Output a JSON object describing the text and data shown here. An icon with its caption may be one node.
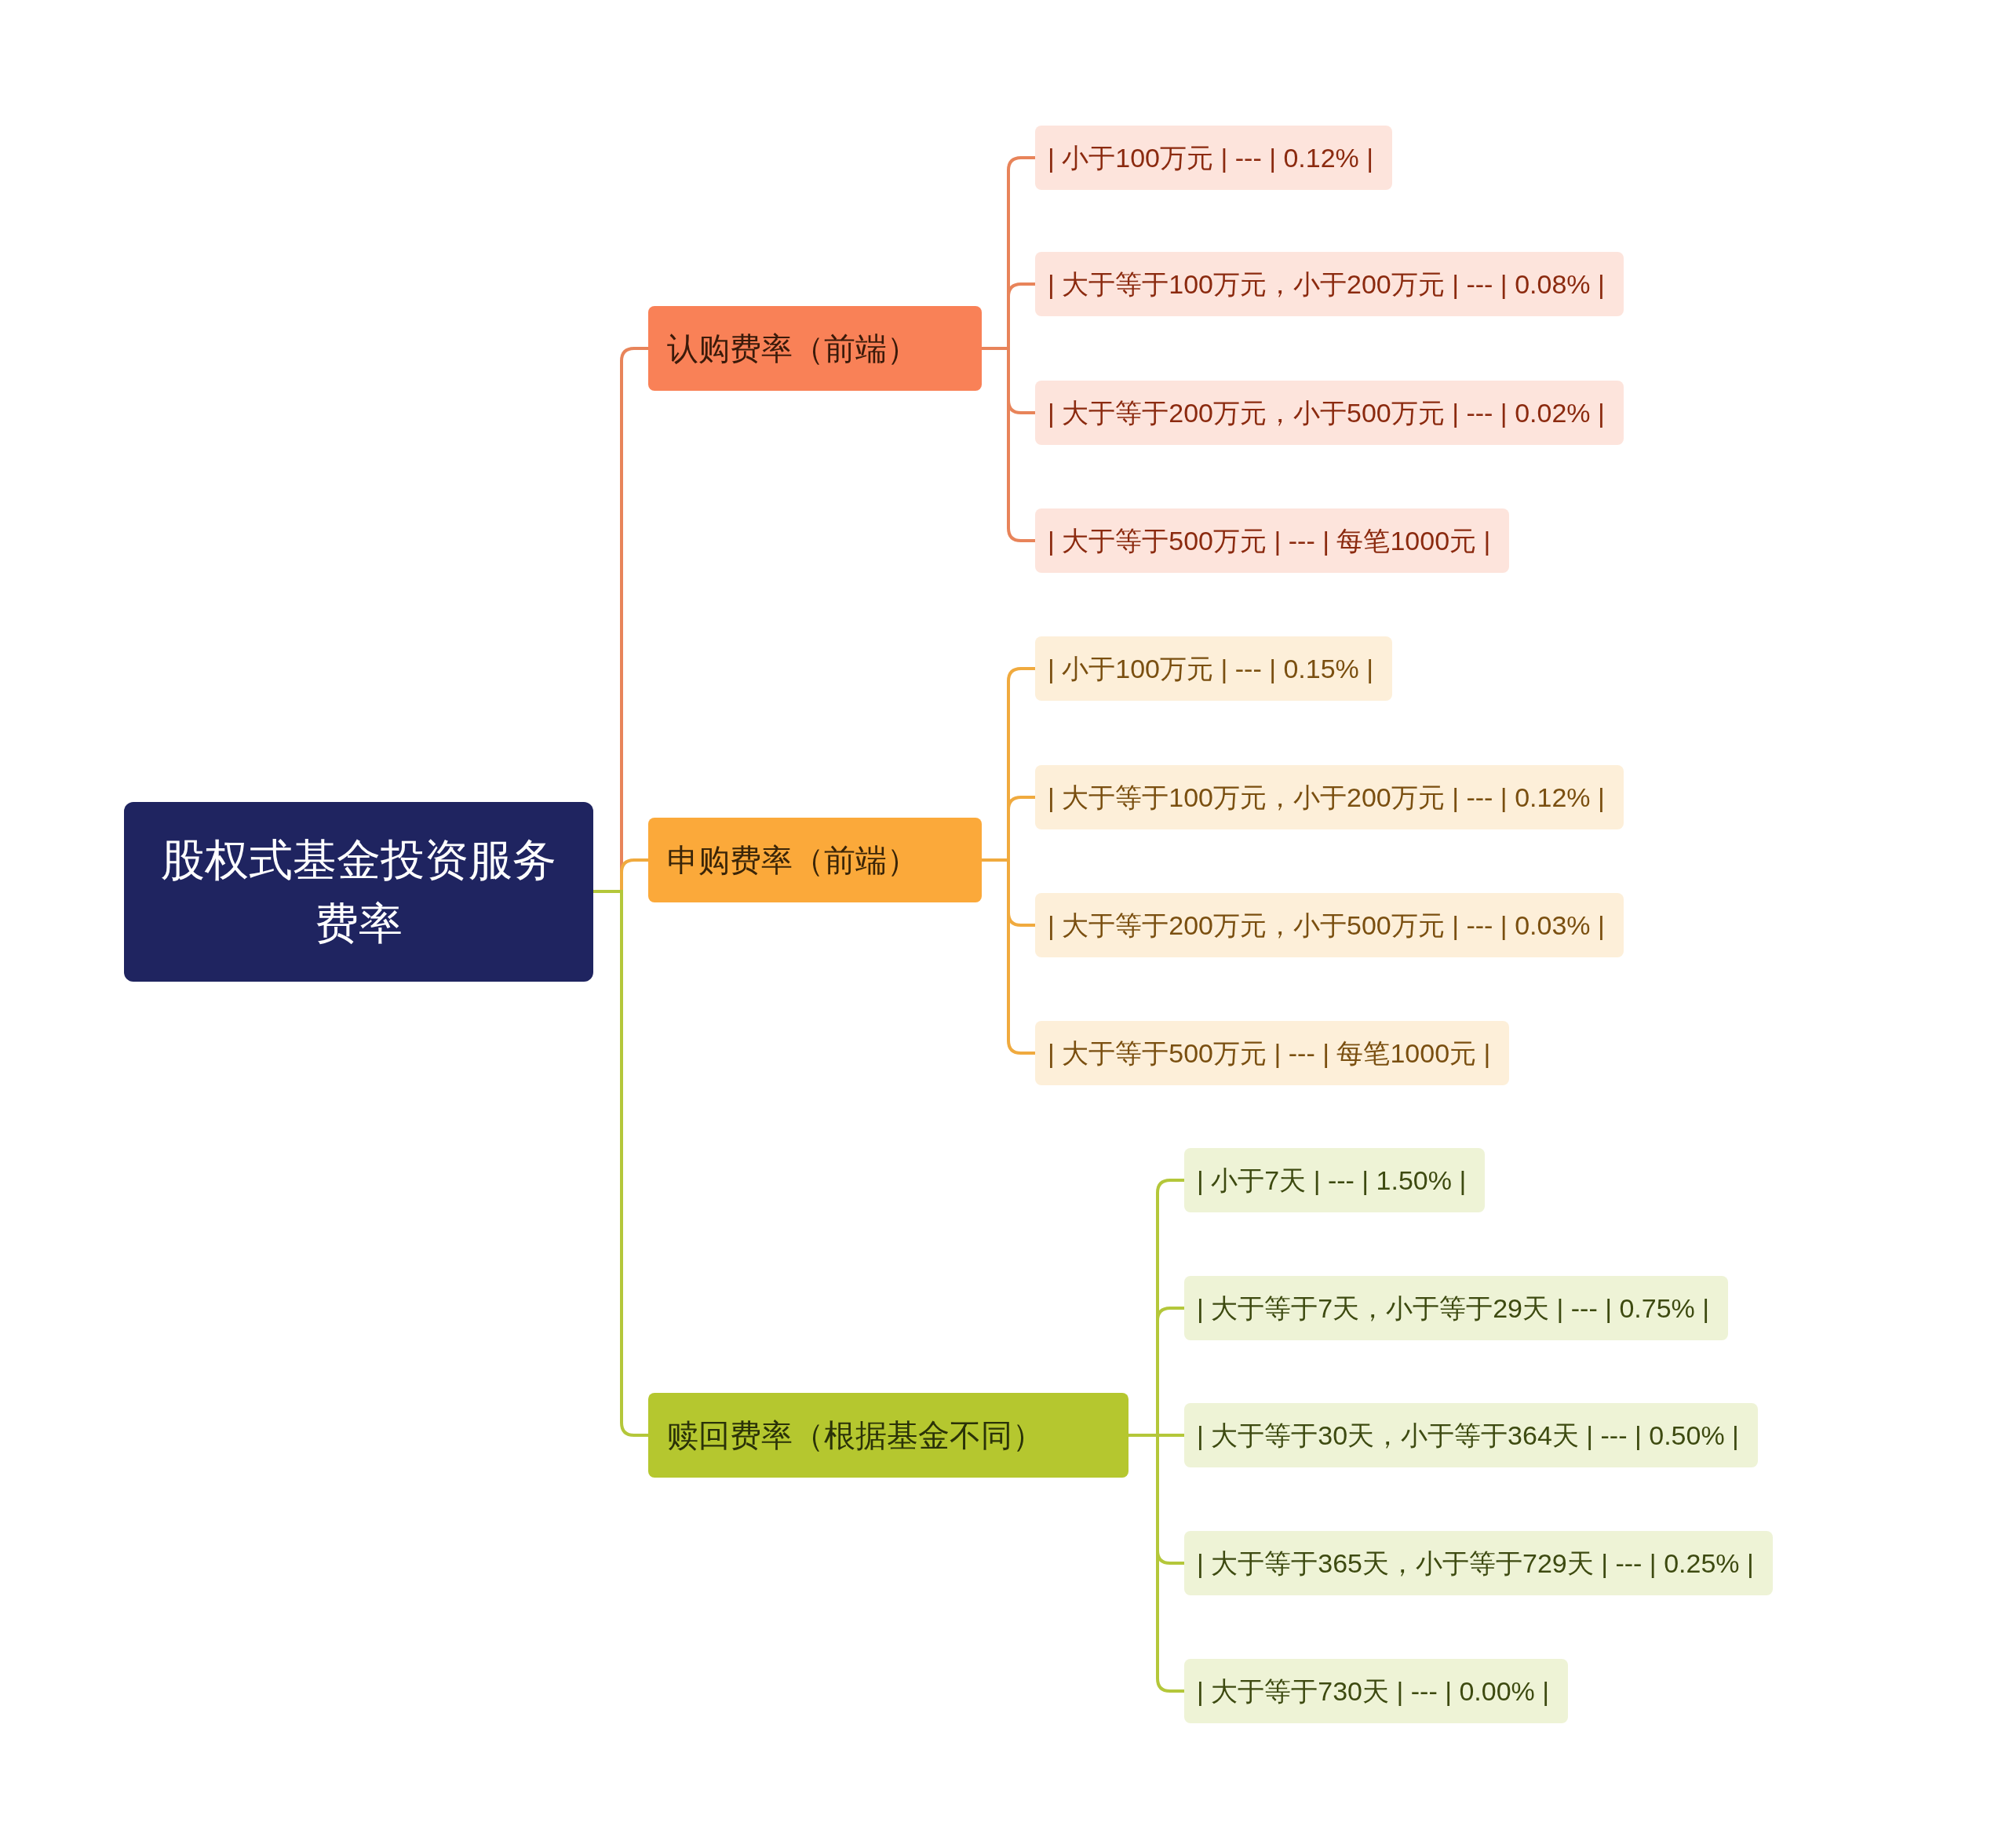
{
  "diagram": {
    "nodes": [
      {
        "text": [
          "股权式基金投资服务费率"
        ]
      },
      {
        "text": [
          "认购费率（前端）"
        ]
      },
      {
        "text": [
          "| 小于100万元 | --- | 0.12% |"
        ]
      },
      {
        "text": [
          "| 大于等于100万元，小于200万元 | --- | 0.08% |"
        ]
      },
      {
        "text": [
          "| 大于等于200万元，小于500万元 | --- | 0.02% |"
        ]
      },
      {
        "text": [
          "| 大于等于500万元 | --- | 每笔1000元 |"
        ]
      },
      {
        "text": [
          "申购费率（前端）"
        ]
      },
      {
        "text": [
          "| 小于100万元 | --- | 0.15% |"
        ]
      },
      {
        "text": [
          "| 大于等于100万元，小于200万元 | --- | 0.12% |"
        ]
      },
      {
        "text": [
          "| 大于等于200万元，小于500万元 | --- | 0.03% |"
        ]
      },
      {
        "text": [
          "| 大于等于500万元 | --- | 每笔1000元 |"
        ]
      },
      {
        "text": [
          "赎回费率（根据基金不同）"
        ]
      },
      {
        "text": [
          "| 小于7天 | --- | 1.50% |"
        ]
      },
      {
        "text": [
          "| 大于等于7天，小于等于29天 | --- | 0.75% |"
        ]
      },
      {
        "text": [
          "| 大于等于30天，小于等于364天 | --- | 0.50% |"
        ]
      },
      {
        "text": [
          "| 大于等于365天，小于等于729天 | --- | 0.25% |"
        ]
      },
      {
        "text": [
          "| 大于等于730天 | --- | 0.00% |"
        ]
      }
    ],
    "edges": [
      {
        "from": 0,
        "to": 1,
        "arrow": "none",
        "color": "#e8845a"
      },
      {
        "from": 0,
        "to": 6,
        "arrow": "none",
        "color": "#f0aa3e"
      },
      {
        "from": 0,
        "to": 11,
        "arrow": "none",
        "color": "#b4c73a"
      },
      {
        "from": 1,
        "to": 2,
        "arrow": "none",
        "color": "#e8845a"
      },
      {
        "from": 1,
        "to": 3,
        "arrow": "none",
        "color": "#e8845a"
      },
      {
        "from": 1,
        "to": 4,
        "arrow": "none",
        "color": "#e8845a"
      },
      {
        "from": 1,
        "to": 5,
        "arrow": "none",
        "color": "#e8845a"
      },
      {
        "from": 6,
        "to": 7,
        "arrow": "none",
        "color": "#f0aa3e"
      },
      {
        "from": 6,
        "to": 8,
        "arrow": "none",
        "color": "#f0aa3e"
      },
      {
        "from": 6,
        "to": 9,
        "arrow": "none",
        "color": "#f0aa3e"
      },
      {
        "from": 6,
        "to": 10,
        "arrow": "none",
        "color": "#f0aa3e"
      },
      {
        "from": 11,
        "to": 12,
        "arrow": "none",
        "color": "#b4c73a"
      },
      {
        "from": 11,
        "to": 13,
        "arrow": "none",
        "color": "#b4c73a"
      },
      {
        "from": 11,
        "to": 14,
        "arrow": "none",
        "color": "#b4c73a"
      },
      {
        "from": 11,
        "to": 15,
        "arrow": "none",
        "color": "#b4c73a"
      },
      {
        "from": 11,
        "to": 16,
        "arrow": "none",
        "color": "#b4c73a"
      }
    ]
  }
}
